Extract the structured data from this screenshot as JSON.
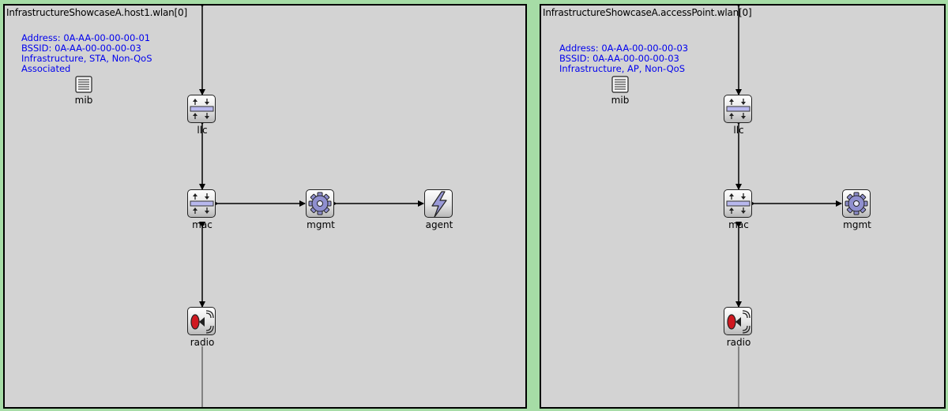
{
  "left_panel": {
    "title": "InfrastructureShowcaseA.host1.wlan[0]",
    "info_lines": [
      "Address: 0A-AA-00-00-00-01",
      "BSSID: 0A-AA-00-00-00-03",
      "Infrastructure, STA, Non-QoS",
      "Associated"
    ],
    "modules": {
      "mib": "mib",
      "llc": "llc",
      "mac": "mac",
      "mgmt": "mgmt",
      "agent": "agent",
      "radio": "radio"
    }
  },
  "right_panel": {
    "title": "InfrastructureShowcaseA.accessPoint.wlan[0]",
    "info_lines": [
      "Address: 0A-AA-00-00-00-03",
      "BSSID: 0A-AA-00-00-00-03",
      "Infrastructure, AP, Non-QoS"
    ],
    "modules": {
      "mib": "mib",
      "llc": "llc",
      "mac": "mac",
      "mgmt": "mgmt",
      "radio": "radio"
    }
  },
  "colors": {
    "background": "#a6dca6",
    "canvas": "#d3d3d3",
    "info_text": "#0000ee"
  }
}
